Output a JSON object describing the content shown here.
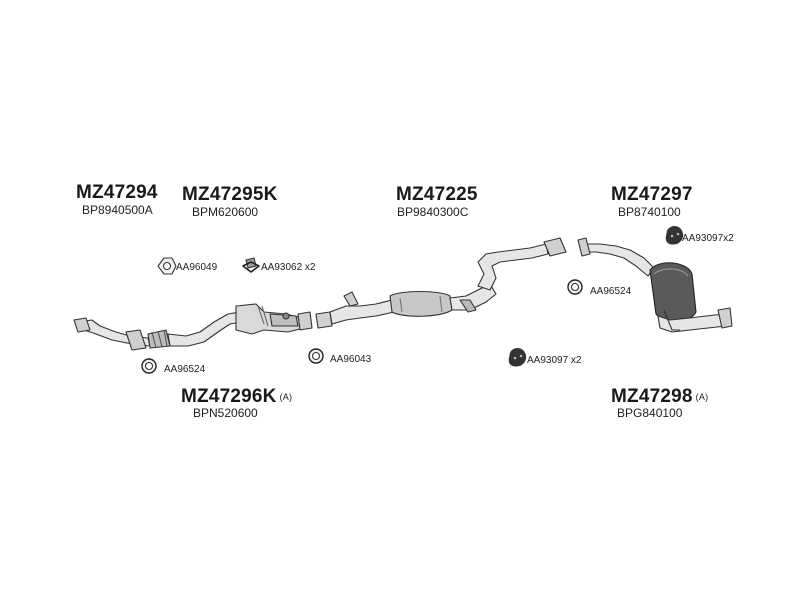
{
  "parts": [
    {
      "code": "MZ47294",
      "ref": "BP8940500A",
      "variant": ""
    },
    {
      "code": "MZ47295K",
      "ref": "BPM620600",
      "variant": ""
    },
    {
      "code": "MZ47225",
      "ref": "BP9840300C",
      "variant": ""
    },
    {
      "code": "MZ47297",
      "ref": "BP8740100",
      "variant": ""
    },
    {
      "code": "MZ47296K",
      "ref": "BPN520600",
      "variant": "(A)"
    },
    {
      "code": "MZ47298",
      "ref": "BPG840100",
      "variant": "(A)"
    }
  ],
  "hardware": [
    {
      "label": "AA96049",
      "icon": "gasket-icon"
    },
    {
      "label": "AA93062 x2",
      "icon": "clamp-icon"
    },
    {
      "label": "AA96524",
      "icon": "ring-gasket-icon"
    },
    {
      "label": "AA96043",
      "icon": "ring-gasket-icon"
    },
    {
      "label": "AA93097 x2",
      "icon": "rubber-hanger-icon"
    },
    {
      "label": "AA96524",
      "icon": "ring-gasket-icon"
    },
    {
      "label": "AA93097x2",
      "icon": "rubber-hanger-icon"
    }
  ],
  "colors": {
    "line": "#333333",
    "fill_light": "#e6e6e6",
    "fill_mid": "#bdbdbd",
    "fill_dark": "#555555"
  }
}
